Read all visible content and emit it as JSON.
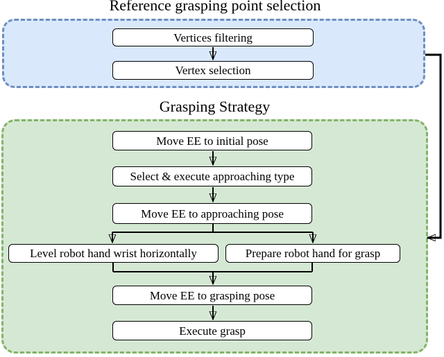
{
  "diagram": {
    "type": "flowchart",
    "sections": {
      "reference": {
        "title": "Reference grasping point selection",
        "fill_color": "#dae8fc",
        "border_color": "#6c8ebf",
        "nodes": {
          "vertices_filtering": "Vertices filtering",
          "vertex_selection": "Vertex selection"
        }
      },
      "grasping": {
        "title": "Grasping Strategy",
        "fill_color": "#d5e8d4",
        "border_color": "#82b366",
        "nodes": {
          "move_initial": "Move EE to initial pose",
          "select_execute": "Select & execute approaching type",
          "move_approaching": "Move EE to approaching pose",
          "level_wrist": "Level robot hand wrist horizontally",
          "prepare_hand": "Prepare robot hand for grasp",
          "move_grasping": "Move EE to grasping pose",
          "execute_grasp": "Execute grasp"
        }
      }
    },
    "flow": {
      "connector_color": "#000000",
      "edges": [
        "Vertices filtering -> Vertex selection",
        "Reference section -> (right feedback loop) -> Grasping section",
        "Move EE to initial pose -> Select & execute approaching type",
        "Select & execute approaching type -> Move EE to approaching pose",
        "Move EE to approaching pose -> Level robot hand wrist horizontally",
        "Move EE to approaching pose -> Prepare robot hand for grasp",
        "Level robot hand wrist horizontally -> Move EE to grasping pose",
        "Prepare robot hand for grasp -> Move EE to grasping pose",
        "Move EE to grasping pose -> Execute grasp"
      ]
    }
  }
}
